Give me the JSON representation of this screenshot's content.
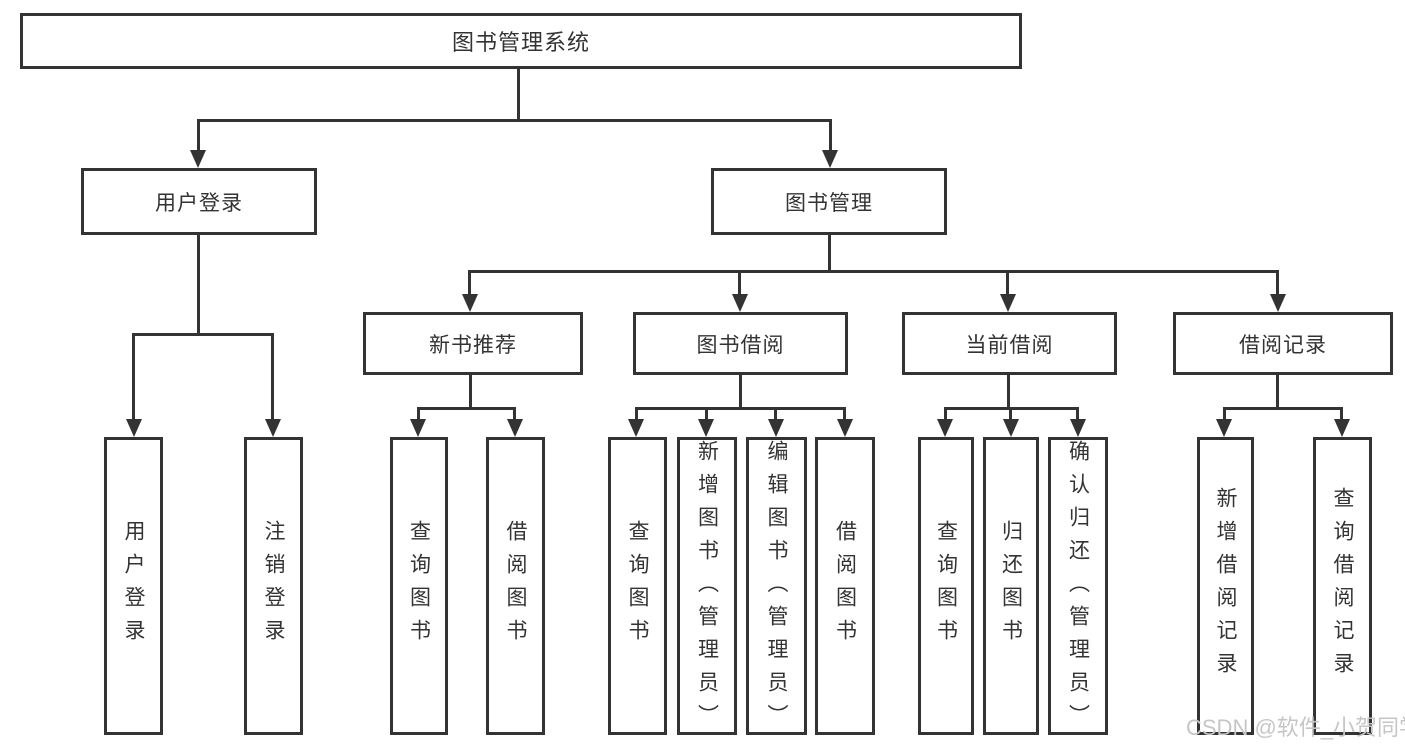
{
  "colors": {
    "line": "#333333",
    "text": "#333333",
    "background": "#ffffff",
    "watermark": "#c6c6c6"
  },
  "watermark": "CSDN @软件_小贺同学",
  "tree": {
    "root": {
      "label": "图书管理系统"
    },
    "branches": [
      {
        "label": "用户登录",
        "children": [
          {
            "label": "用户登录"
          },
          {
            "label": "注销登录"
          }
        ]
      },
      {
        "label": "图书管理",
        "children": [
          {
            "label": "新书推荐",
            "children": [
              {
                "label": "查询图书"
              },
              {
                "label": "借阅图书"
              }
            ]
          },
          {
            "label": "图书借阅",
            "children": [
              {
                "label": "查询图书"
              },
              {
                "label": "新增图书（管理员）"
              },
              {
                "label": "编辑图书（管理员）"
              },
              {
                "label": "借阅图书"
              }
            ]
          },
          {
            "label": "当前借阅",
            "children": [
              {
                "label": "查询图书"
              },
              {
                "label": "归还图书"
              },
              {
                "label": "确认归还（管理员）"
              }
            ]
          },
          {
            "label": "借阅记录",
            "children": [
              {
                "label": "新增借阅记录"
              },
              {
                "label": "查询借阅记录"
              }
            ]
          }
        ]
      }
    ]
  }
}
